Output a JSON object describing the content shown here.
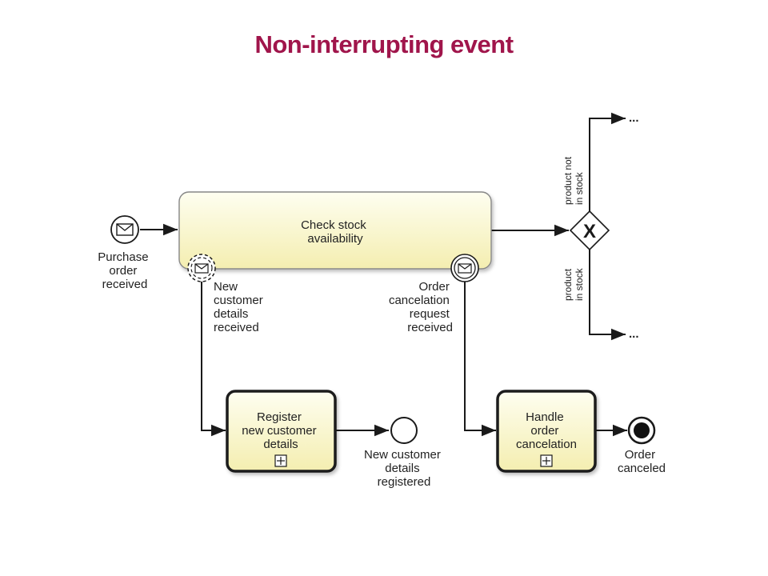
{
  "title": "Non-interrupting event",
  "start_event": {
    "label": [
      "Purchase",
      "order",
      "received"
    ]
  },
  "main_task": {
    "label": [
      "Check stock",
      "availability"
    ]
  },
  "boundary_noninterrupting": {
    "label": [
      "New",
      "customer",
      "details",
      "received"
    ]
  },
  "boundary_interrupting": {
    "label": [
      "Order",
      "cancelation",
      "request",
      "received"
    ]
  },
  "gateway": {
    "symbol": "X"
  },
  "gateway_flows": {
    "top": [
      "product not",
      "in stock"
    ],
    "bottom": [
      "product",
      "in stock"
    ],
    "continuation": "..."
  },
  "subprocess_register": {
    "label": [
      "Register",
      "new customer",
      "details"
    ],
    "marker": "+"
  },
  "end_register": {
    "label": [
      "New customer",
      "details",
      "registered"
    ]
  },
  "subprocess_cancel": {
    "label": [
      "Handle",
      "order",
      "cancelation"
    ],
    "marker": "+"
  },
  "end_cancel": {
    "label": [
      "Order",
      "canceled"
    ]
  },
  "colors": {
    "title": "#a0154b",
    "task_fill_top": "#fdfde6",
    "task_fill_bottom": "#f5f0b0",
    "stroke": "#1a1a1a"
  }
}
